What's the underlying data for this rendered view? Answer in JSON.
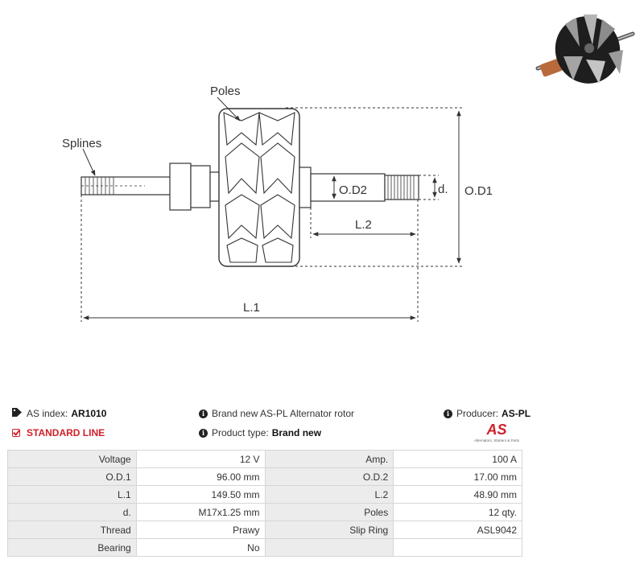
{
  "diagram": {
    "labels": {
      "poles": "Poles",
      "splines": "Splines",
      "od2": "O.D2",
      "d": "d.",
      "od1": "O.D1",
      "l2": "L.2",
      "l1": "L.1"
    }
  },
  "info": {
    "as_index_label": "AS index:",
    "as_index_value": "AR1010",
    "standard_line": "STANDARD LINE",
    "description": "Brand new AS-PL Alternator rotor",
    "product_type_label": "Product type:",
    "product_type_value": "Brand new",
    "producer_label": "Producer:",
    "producer_value": "AS-PL",
    "logo_text": "AS",
    "logo_tagline": "Alternators, Starters & Parts"
  },
  "specs": {
    "rows": [
      {
        "l1": "Voltage",
        "v1": "12 V",
        "l2": "Amp.",
        "v2": "100 A"
      },
      {
        "l1": "O.D.1",
        "v1": "96.00 mm",
        "l2": "O.D.2",
        "v2": "17.00 mm"
      },
      {
        "l1": "L.1",
        "v1": "149.50 mm",
        "l2": "L.2",
        "v2": "48.90 mm"
      },
      {
        "l1": "d.",
        "v1": "M17x1.25 mm",
        "l2": "Poles",
        "v2": "12 qty."
      },
      {
        "l1": "Thread",
        "v1": "Prawy",
        "l2": "Slip Ring",
        "v2": "ASL9042"
      },
      {
        "l1": "Bearing",
        "v1": "No",
        "l2": "",
        "v2": ""
      }
    ]
  },
  "colors": {
    "accent_red": "#d0202a",
    "label_cell_bg": "#ececec",
    "border": "#d6d6d6"
  },
  "icons": [
    "tag-icon",
    "check-square-icon",
    "info-icon",
    "rotor-photo"
  ]
}
